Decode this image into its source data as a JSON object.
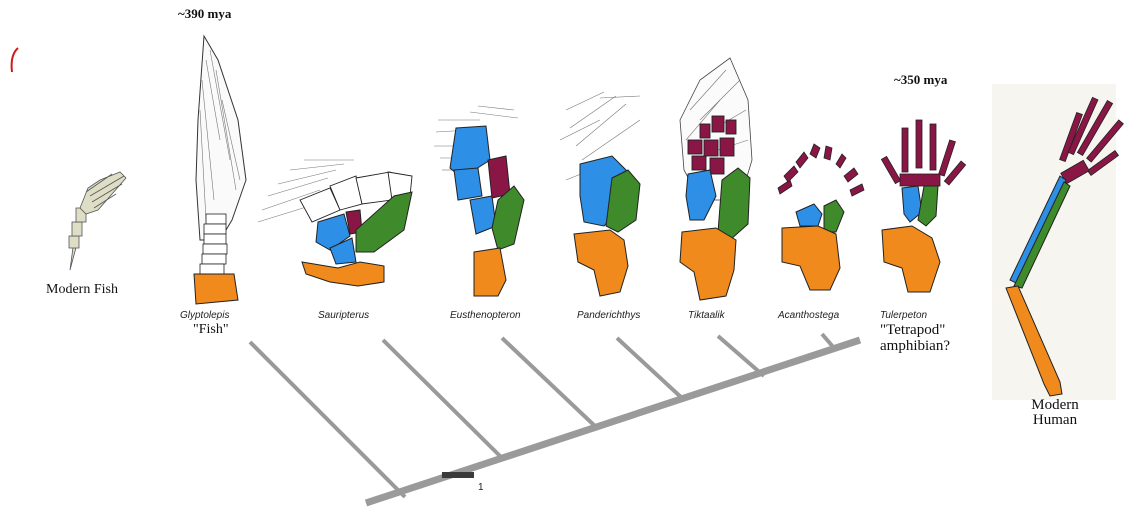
{
  "time_labels": {
    "start": "~390 mya",
    "end": "~350 mya"
  },
  "outgroups": {
    "left": "Modern Fish",
    "right_line1": "Modern",
    "right_line2": "Human"
  },
  "taxa": [
    {
      "name": "Glyptolepis",
      "sub": "\"Fish\""
    },
    {
      "name": "Sauripterus"
    },
    {
      "name": "Eusthenopteron"
    },
    {
      "name": "Panderichthys"
    },
    {
      "name": "Tiktaalik"
    },
    {
      "name": "Acanthostega"
    },
    {
      "name": "Tulerpeton",
      "sub": "\"Tetrapod\"",
      "sub2": "amphibian?"
    }
  ],
  "scale_bar_label": "1",
  "colors": {
    "humerus": "#f08a1c",
    "radius": "#2d8fe6",
    "ulna": "#3f8a2a",
    "digits": "#8a1646",
    "tree": "#9a9a9a",
    "outline": "#222222",
    "annotation": "#d01818"
  }
}
